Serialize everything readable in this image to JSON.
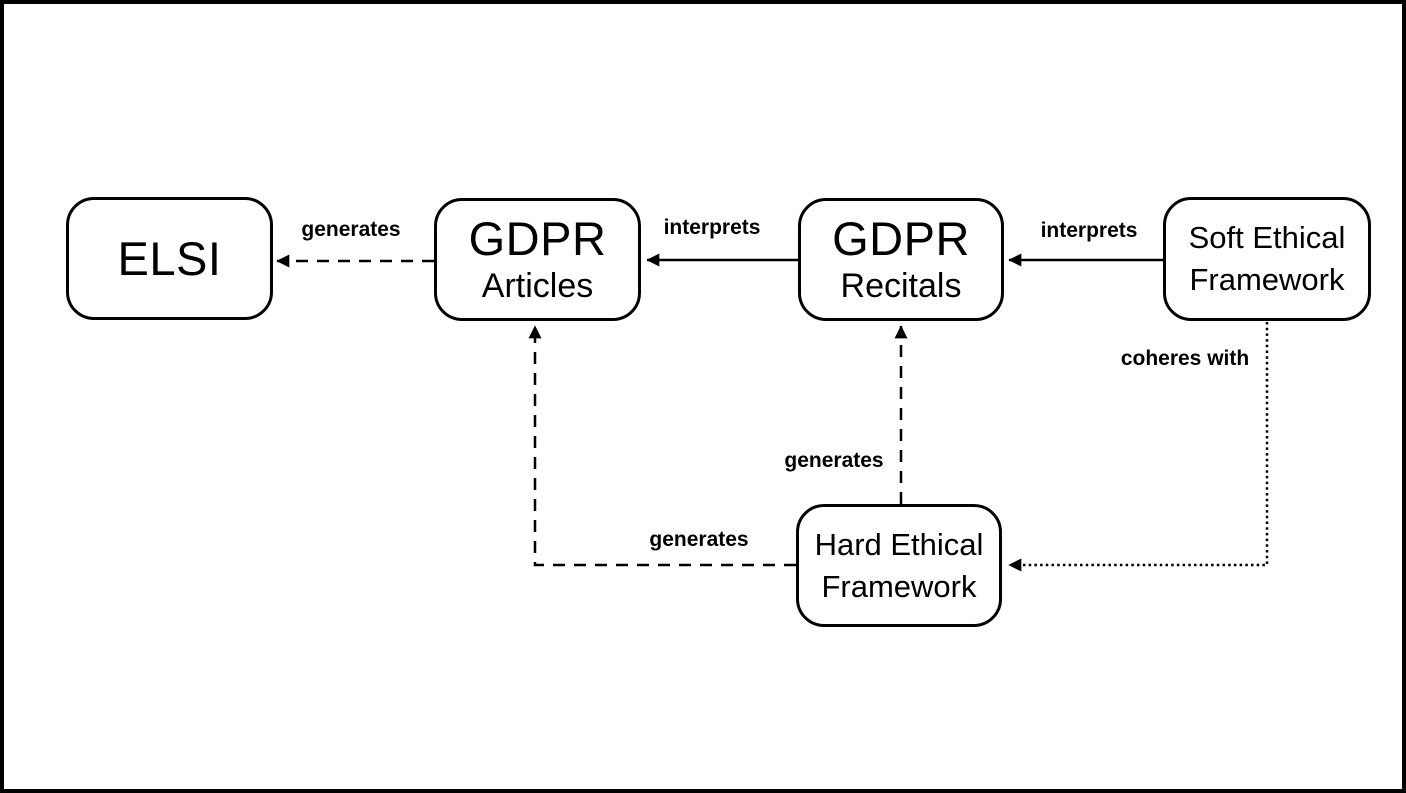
{
  "diagram": {
    "colors": {
      "stroke": "#000000",
      "background": "#ffffff",
      "frame_border": "#000000"
    },
    "nodes": {
      "elsi": {
        "label": "ELSI"
      },
      "gdpr_articles": {
        "title": "GDPR",
        "subtitle": "Articles"
      },
      "gdpr_recitals": {
        "title": "GDPR",
        "subtitle": "Recitals"
      },
      "soft_ethical_framework": {
        "line1": "Soft Ethical",
        "line2": "Framework"
      },
      "hard_ethical_framework": {
        "line1": "Hard Ethical",
        "line2": "Framework"
      }
    },
    "edges": {
      "articles_to_elsi": {
        "label": "generates",
        "style": "dashed",
        "from": "gdpr_articles",
        "to": "elsi"
      },
      "recitals_to_articles": {
        "label": "interprets",
        "style": "solid",
        "from": "gdpr_recitals",
        "to": "gdpr_articles"
      },
      "soft_to_recitals": {
        "label": "interprets",
        "style": "solid",
        "from": "soft_ethical_framework",
        "to": "gdpr_recitals"
      },
      "soft_to_hard": {
        "label": "coheres with",
        "style": "dotted",
        "from": "soft_ethical_framework",
        "to": "hard_ethical_framework"
      },
      "hard_to_recitals": {
        "label": "generates",
        "style": "dashed",
        "from": "hard_ethical_framework",
        "to": "gdpr_recitals"
      },
      "hard_to_articles": {
        "label": "generates",
        "style": "dashed",
        "from": "hard_ethical_framework",
        "to": "gdpr_articles"
      }
    }
  }
}
